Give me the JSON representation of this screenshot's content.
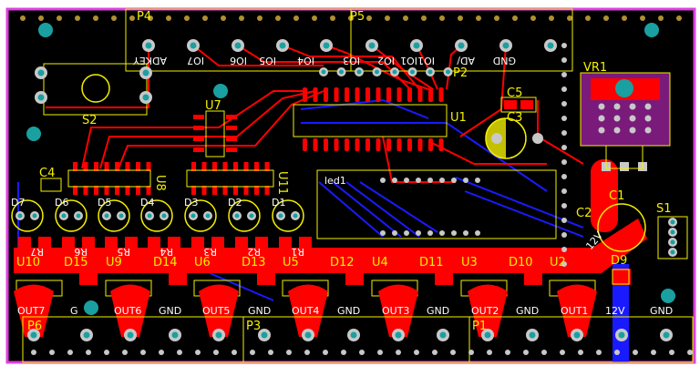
{
  "colors": {
    "board": "#000000",
    "outline": "#e040e0",
    "top_copper": "#ff0000",
    "bottom_copper": "#1a1aff",
    "silkscreen": "#f4f000",
    "pad": "#c8c8c8",
    "hole": "#1aa0a0",
    "vr_body": "#7a1a7a"
  },
  "headers": {
    "p4": "P4",
    "p5": "P5",
    "p2": "P2",
    "p6": "P6",
    "p3": "P3",
    "p1": "P1"
  },
  "pin_labels": [
    "ADKEY",
    "IO7",
    "IO6",
    "IO5",
    "IO4",
    "IO3",
    "IO2",
    "IO1",
    "IO1",
    "AD/",
    "GND"
  ],
  "components": {
    "s2": "S2",
    "u7": "U7",
    "u1": "U1",
    "c5": "C5",
    "c3": "C3",
    "vr1": "VR1",
    "c4": "C4",
    "u8": "U8",
    "u11": "U11",
    "led1": "led1",
    "c1": "C1",
    "c2": "C2",
    "s1": "S1",
    "d9": "D9",
    "c2_value": "12V"
  },
  "leds": [
    "D7",
    "D6",
    "D5",
    "D4",
    "D3",
    "D2",
    "D1"
  ],
  "resistors": [
    "R7",
    "R6",
    "R5",
    "R4",
    "R3",
    "R2",
    "R1"
  ],
  "regulators": [
    {
      "u": "U10",
      "d": "D15"
    },
    {
      "u": "U9",
      "d": "D14"
    },
    {
      "u": "U6",
      "d": "D13"
    },
    {
      "u": "U5",
      "d": "D12"
    },
    {
      "u": "U4",
      "d": "D11"
    },
    {
      "u": "U3",
      "d": "D10"
    },
    {
      "u": "U2",
      "d": ""
    }
  ],
  "outputs": [
    "OUT7",
    "G",
    "OUT6",
    "GND",
    "OUT5",
    "GND",
    "OUT4",
    "GND",
    "OUT3",
    "GND",
    "OUT2",
    "GND",
    "OUT1",
    "12V",
    "GND"
  ]
}
